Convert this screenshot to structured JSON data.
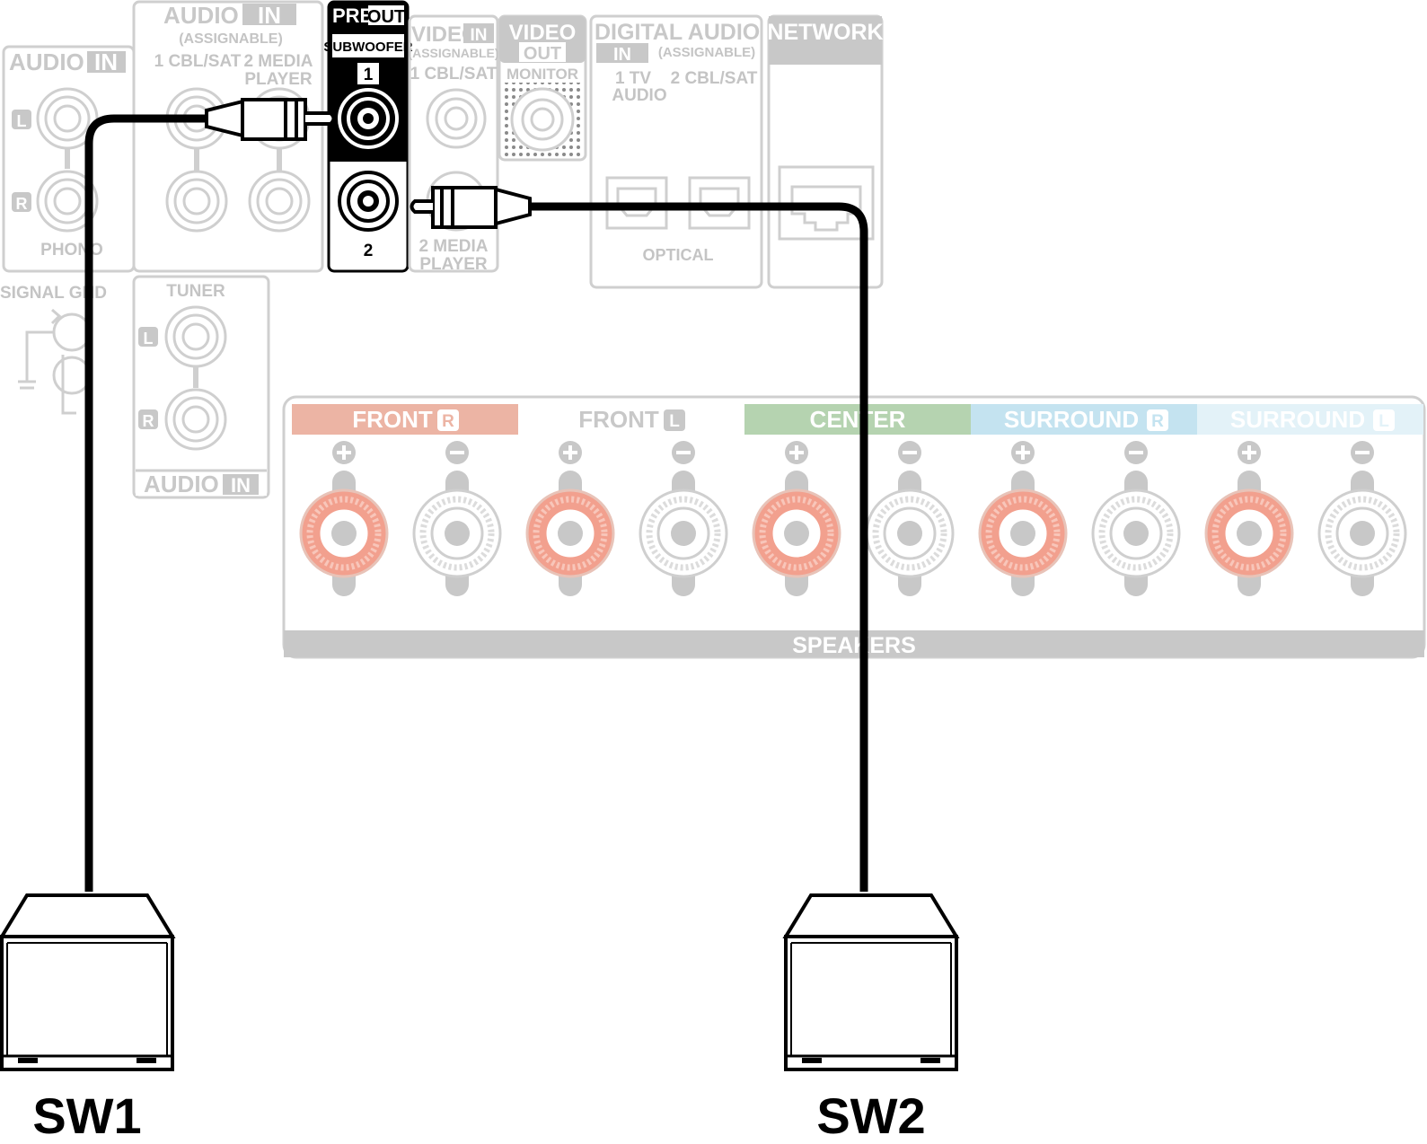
{
  "panel": {
    "audio_in_left": {
      "label_audio": "AUDIO",
      "label_in": "IN",
      "label_l": "L",
      "label_r": "R",
      "label_phono": "PHONO"
    },
    "audio_in_assignable": {
      "label_audio": "AUDIO",
      "label_in": "IN",
      "assignable": "(ASSIGNABLE)",
      "input_1": "1 CBL/SAT",
      "input_2_line1": "2 MEDIA",
      "input_2_line2": "PLAYER"
    },
    "signal_gnd": "SIGNAL GND",
    "tuner": {
      "label": "TUNER",
      "label_l": "L",
      "label_r": "R",
      "label_audio": "AUDIO",
      "label_in": "IN"
    },
    "pre_out": {
      "label_pre": "PRE",
      "label_out": "OUT",
      "label_sub": "SUBWOOFER",
      "port_1": "1",
      "port_2": "2"
    },
    "video_in": {
      "label_video": "VIDEO",
      "label_in": "IN",
      "assignable": "(ASSIGNABLE)",
      "input_1": "1 CBL/SAT",
      "input_2_line1": "2 MEDIA",
      "input_2_line2": "PLAYER"
    },
    "video_out": {
      "label_video": "VIDEO",
      "label_out": "OUT",
      "monitor": "MONITOR"
    },
    "digital_audio": {
      "label_digital": "DIGITAL AUDIO",
      "label_in": "IN",
      "assignable": "(ASSIGNABLE)",
      "input_1_line1": "1 TV",
      "input_1_line2": "AUDIO",
      "input_2": "2 CBL/SAT",
      "optical": "OPTICAL"
    },
    "network": {
      "label": "NETWORK"
    },
    "speakers": {
      "label": "SPEAKERS",
      "channels": [
        {
          "name": "FRONT",
          "side": "R",
          "color": "#ecb4a4"
        },
        {
          "name": "FRONT",
          "side": "L",
          "color": "#ffffff"
        },
        {
          "name": "CENTER",
          "side": "",
          "color": "#b5d3b0"
        },
        {
          "name": "SURROUND",
          "side": "R",
          "color": "#c4e3f0"
        },
        {
          "name": "SURROUND",
          "side": "L",
          "color": "#e3f2f8"
        }
      ],
      "positive_color": "#f2a08e"
    }
  },
  "subwoofers": [
    {
      "label": "SW1"
    },
    {
      "label": "SW2"
    }
  ],
  "colors": {
    "cable": "#000000",
    "inactive": "#c8c8c8",
    "active_panel": "#000000"
  }
}
